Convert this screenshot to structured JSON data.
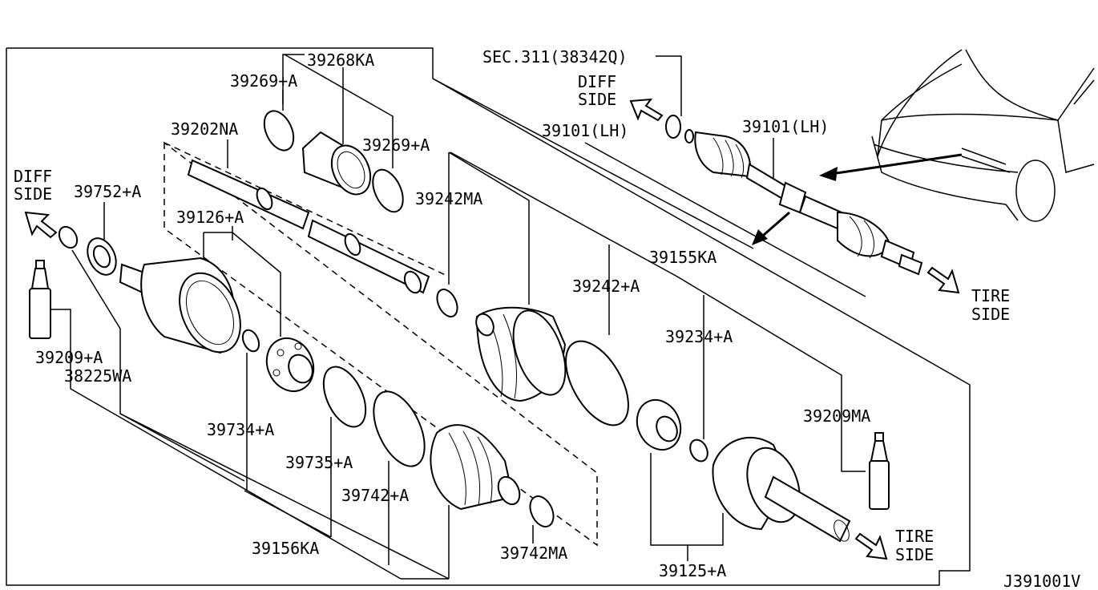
{
  "labels": {
    "l39268KA": "39268KA",
    "l39269A_top": "39269+A",
    "l39202NA": "39202NA",
    "l39269A_mid": "39269+A",
    "l39752A": "39752+A",
    "l39126A": "39126+A",
    "l39242MA": "39242MA",
    "l39101LH_mid": "39101(LH)",
    "l39101LH_right": "39101(LH)",
    "lSEC311": "SEC.311(38342Q)",
    "l39155KA": "39155KA",
    "l39242A": "39242+A",
    "l39234A": "39234+A",
    "l39209MA": "39209MA",
    "l39209A": "39209+A",
    "l38225WA": "38225WA",
    "l39734A": "39734+A",
    "l39735A": "39735+A",
    "l39742A": "39742+A",
    "l39156KA": "39156KA",
    "l39742MA": "39742MA",
    "l39125A": "39125+A",
    "diagram_code": "J391001V"
  },
  "direction_labels": {
    "diff_left_1": "DIFF",
    "diff_left_2": "SIDE",
    "diff_top_1": "DIFF",
    "diff_top_2": "SIDE",
    "tire_top_1": "TIRE",
    "tire_top_2": "SIDE",
    "tire_bottom_1": "TIRE",
    "tire_bottom_2": "SIDE"
  }
}
